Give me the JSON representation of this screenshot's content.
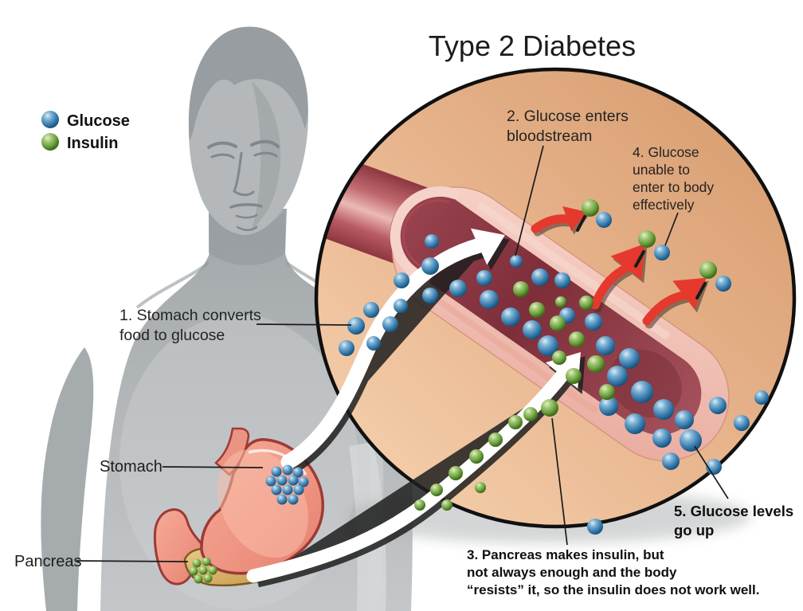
{
  "title": "Type 2 Diabetes",
  "legend": {
    "glucose": "Glucose",
    "insulin": "Insulin"
  },
  "organs": {
    "stomach": "Stomach",
    "pancreas": "Pancreas"
  },
  "steps": {
    "s1": {
      "lines": [
        "1. Stomach converts",
        "food to glucose"
      ]
    },
    "s2": {
      "lines": [
        "2. Glucose enters",
        "bloodstream"
      ]
    },
    "s3": {
      "lines": [
        "3. Pancreas makes insulin, but",
        "not always enough and the body",
        "“resists” it, so the insulin does not work well."
      ]
    },
    "s4": {
      "lines": [
        "4. Glucose",
        "unable to",
        "enter to body",
        "effectively"
      ]
    },
    "s5": {
      "lines": [
        "5. Glucose levels",
        "go up"
      ]
    }
  },
  "colors": {
    "glucose_blue": "#3f81b0",
    "insulin_green": "#6ba13f",
    "circle_fill_dark": "#d5996b",
    "circle_fill_light": "#f7d4b2",
    "vessel_wall_pink": "#f0bdb2",
    "vessel_lumen": "#7d2e39",
    "arrow_red": "#e5392e",
    "body_gray": "#a6abae",
    "text_dark": "#1c1c1c"
  }
}
